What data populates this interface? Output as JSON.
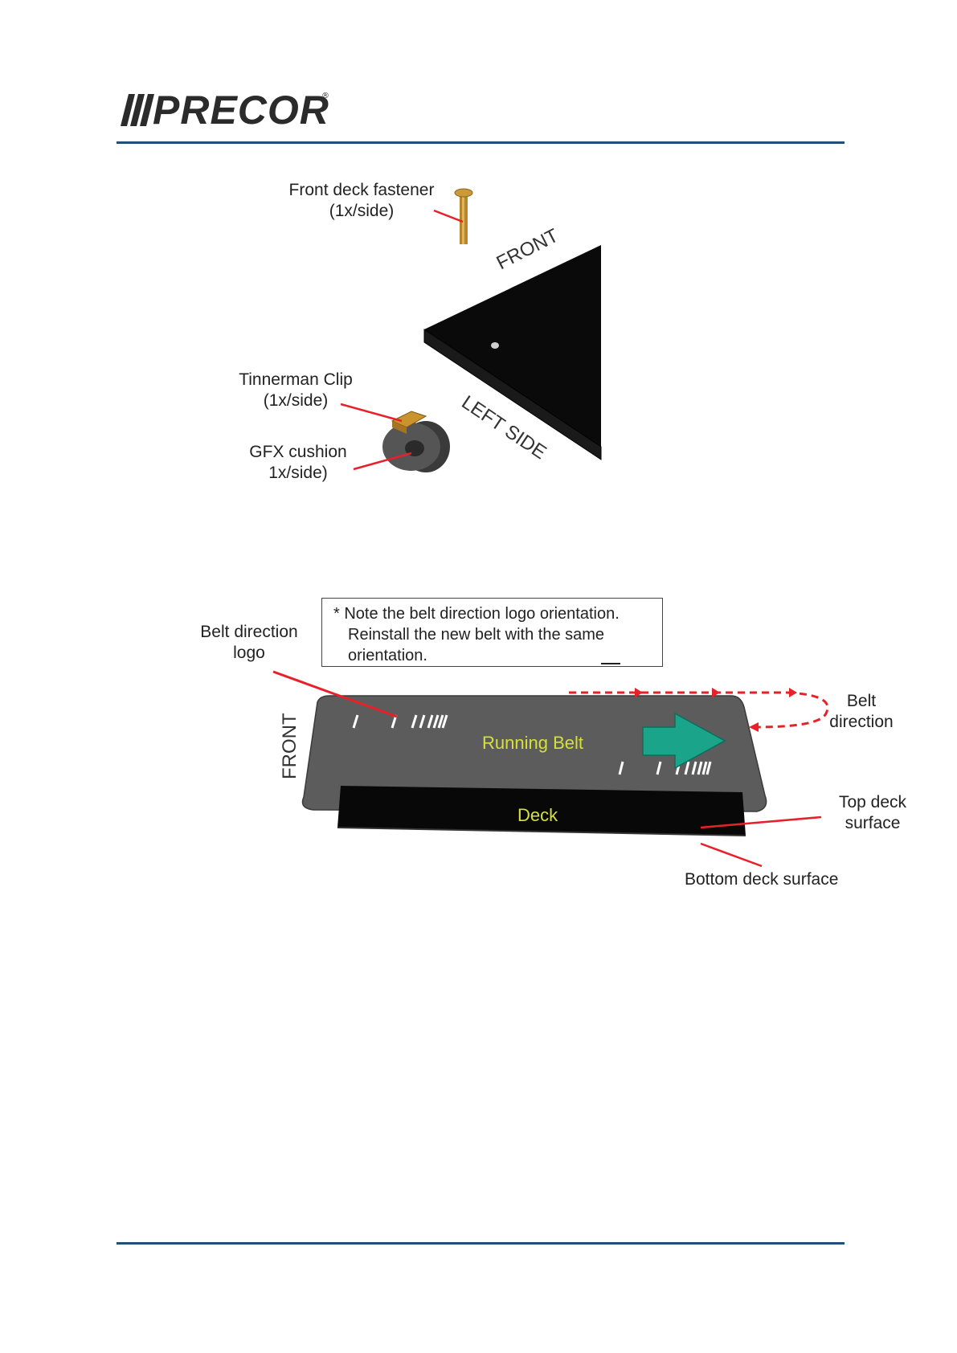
{
  "header": {
    "brand": "PRECOR",
    "brand_mark": "®",
    "accent_color": "#1f4e79"
  },
  "figure1": {
    "fastener_label_1": "Front deck fastener",
    "fastener_label_2": "(1x/side)",
    "front_label": "FRONT",
    "left_side_label": "LEFT SIDE",
    "clip_label_1": "Tinnerman Clip",
    "clip_label_2": "(1x/side)",
    "cushion_label_1": "GFX cushion",
    "cushion_label_2": "1x/side)"
  },
  "figure2": {
    "note_lines": [
      "* Note the belt direction logo orientation.",
      "Reinstall the new belt with the same",
      "orientation."
    ],
    "logo_label_1": "Belt direction",
    "logo_label_2": "logo",
    "front_label": "FRONT",
    "belt_label": "Running Belt",
    "deck_label": "Deck",
    "direction_label_1": "Belt",
    "direction_label_2": "direction",
    "top_deck_label_1": "Top deck",
    "top_deck_label_2": "surface",
    "bottom_deck_label": "Bottom deck surface",
    "callout_color": "#e8202a",
    "arrow_color": "#1aa58a",
    "label_text_color": "#d6e03a"
  }
}
